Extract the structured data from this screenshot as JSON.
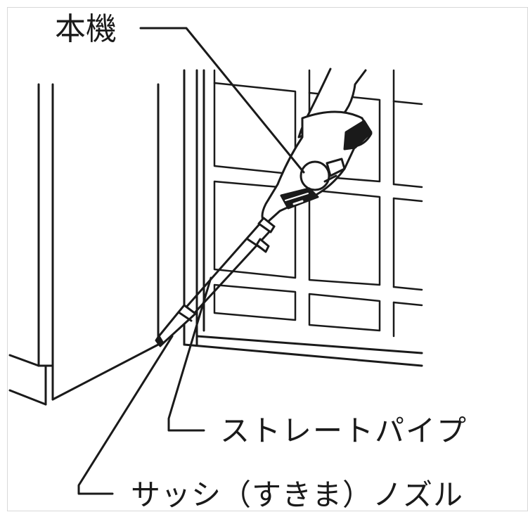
{
  "labels": {
    "body": "本機",
    "straight_pipe": "ストレートパイプ",
    "sash_nozzle": "サッシ（すきま）ノズル"
  },
  "colors": {
    "line": "#1a1a1a",
    "background": "#ffffff",
    "border": "#d8d8d8"
  }
}
